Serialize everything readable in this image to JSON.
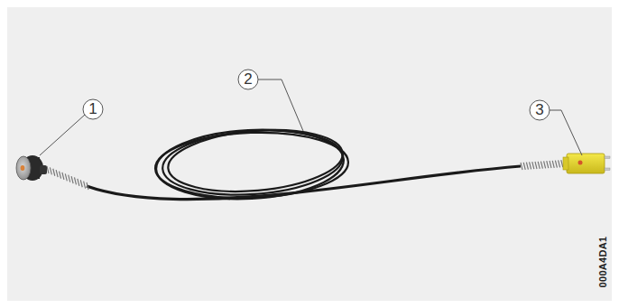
{
  "diagram": {
    "labels": [
      "1",
      "2",
      "3",
      "000A4DA1"
    ]
  }
}
